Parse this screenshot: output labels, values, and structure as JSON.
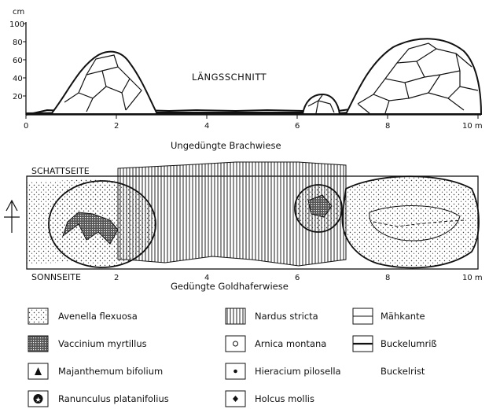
{
  "profile": {
    "unit": "cm",
    "y_ticks": [
      "100",
      "80",
      "60",
      "40",
      "20"
    ],
    "x_ticks": [
      "0",
      "2",
      "4",
      "6",
      "8",
      "10 m"
    ],
    "title": "LÄNGSSCHNITT",
    "caption": "Ungedüngte Brachwiese"
  },
  "map": {
    "top_label": "SCHATTSEITE",
    "bottom_label": "SONNSEITE",
    "x_ticks": [
      "2",
      "4",
      "6",
      "8",
      "10 m"
    ],
    "caption": "Gedüngte Goldhaferwiese"
  },
  "legend": {
    "col1": [
      "Avenella flexuosa",
      "Vaccinium myrtillus",
      "Majanthemum bifolium",
      "Ranunculus platanifolius"
    ],
    "col2": [
      "Nardus stricta",
      "Arnica montana",
      "Hieracium pilosella",
      "Holcus mollis"
    ],
    "col3": [
      "Mähkante",
      "Buckelumriß",
      "Buckelrist"
    ]
  }
}
